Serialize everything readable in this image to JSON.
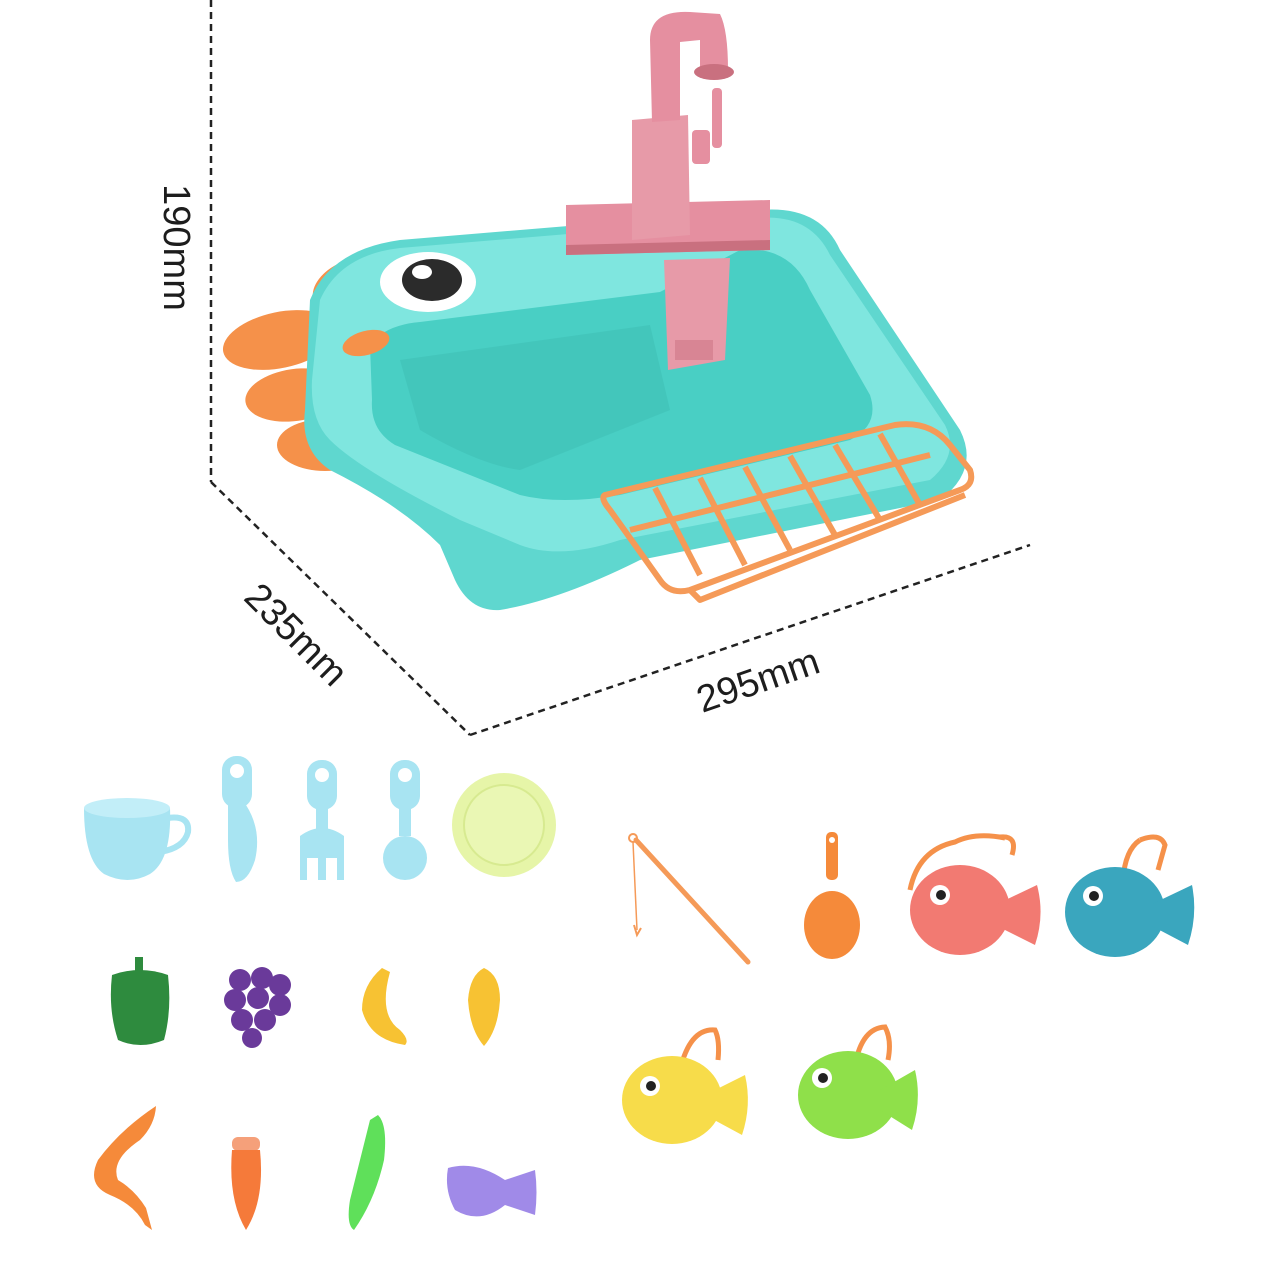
{
  "product": {
    "name": "Toy kitchen sink play set",
    "colors": {
      "sink_body": "#6fe0d8",
      "sink_inner": "#49cfc4",
      "crest_orange": "#f5914a",
      "faucet_pink": "#e79aa8",
      "basket_orange": "#f59a58",
      "dim_line": "#222222"
    }
  },
  "dimensions": {
    "height": "190mm",
    "depth": "235mm",
    "width": "295mm"
  },
  "accessories": {
    "tableware": [
      {
        "name": "cup",
        "color": "#a8e4f2"
      },
      {
        "name": "knife",
        "color": "#a8e4f2"
      },
      {
        "name": "fork",
        "color": "#a8e4f2"
      },
      {
        "name": "spoon",
        "color": "#a8e4f2"
      },
      {
        "name": "plate",
        "color": "#e6f5a8"
      }
    ],
    "food_row1": [
      {
        "name": "green-pepper",
        "color": "#2e8b3e"
      },
      {
        "name": "grapes",
        "color": "#6a3a9a"
      },
      {
        "name": "banana",
        "color": "#f7c233"
      },
      {
        "name": "corn",
        "color": "#f7c233"
      }
    ],
    "food_row2": [
      {
        "name": "shrimp",
        "color": "#f58a3a"
      },
      {
        "name": "carrot",
        "color": "#f57a3a"
      },
      {
        "name": "pea-pod",
        "color": "#5fe05a"
      },
      {
        "name": "fish-food",
        "color": "#a08ae8"
      }
    ],
    "fishing": [
      {
        "name": "fishing-rod",
        "color": "#f59a58"
      },
      {
        "name": "net-scoop",
        "color": "#f58a3a"
      },
      {
        "name": "fish-red",
        "color": "#f27a72"
      },
      {
        "name": "fish-blue",
        "color": "#3aa6be"
      },
      {
        "name": "fish-yellow",
        "color": "#f7dc4a"
      },
      {
        "name": "fish-green",
        "color": "#8fe04a"
      }
    ]
  }
}
